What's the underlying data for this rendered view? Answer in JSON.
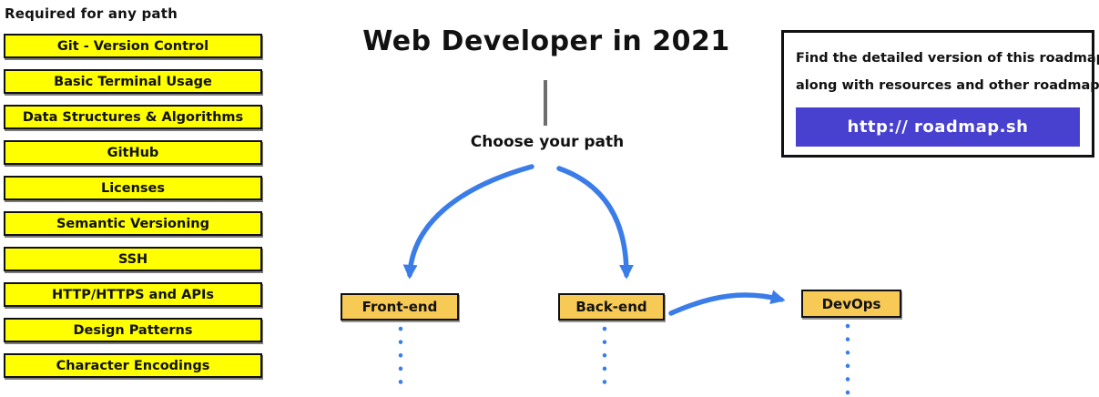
{
  "colors": {
    "yellow": "#FFFF00",
    "amber": "#F7CA55",
    "blue": "#3B7DE8",
    "purple": "#4840CE",
    "border": "#111111",
    "gray_line": "#6E6E6E"
  },
  "required_section": {
    "title": "Required for any path",
    "items": [
      "Git - Version Control",
      "Basic Terminal Usage",
      "Data Structures & Algorithms",
      "GitHub",
      "Licenses",
      "Semantic Versioning",
      "SSH",
      "HTTP/HTTPS and APIs",
      "Design Patterns",
      "Character Encodings"
    ]
  },
  "header": {
    "title": "Web Developer in 2021"
  },
  "path_chooser": {
    "label": "Choose your path",
    "paths": [
      "Front-end",
      "Back-end",
      "DevOps"
    ]
  },
  "info_box": {
    "line1": "Find the detailed version of this roadmap",
    "line2": "along with resources and other roadmaps",
    "url_label": "http:// roadmap.sh"
  }
}
